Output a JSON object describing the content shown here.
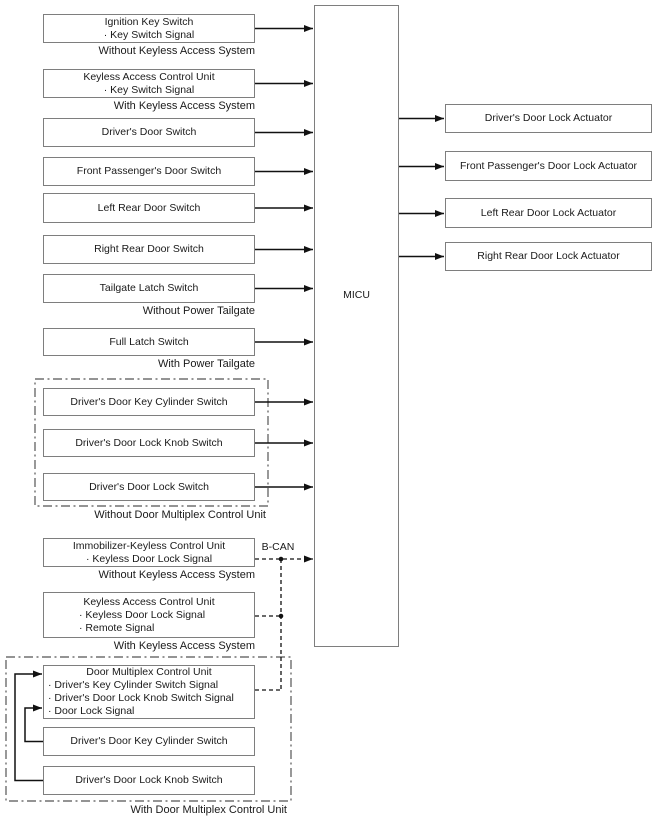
{
  "diagram": {
    "center_unit": {
      "label": "MICU"
    },
    "bus_label": "B-CAN",
    "inputs": [
      {
        "lines": [
          "Ignition Key Switch",
          "· Key Switch Signal"
        ],
        "caption": "Without Keyless Access System"
      },
      {
        "lines": [
          "Keyless Access Control Unit",
          "· Key Switch Signal"
        ],
        "caption": "With Keyless Access System"
      },
      {
        "lines": [
          "Driver's Door Switch"
        ]
      },
      {
        "lines": [
          "Front Passenger's Door Switch"
        ]
      },
      {
        "lines": [
          "Left Rear Door Switch"
        ]
      },
      {
        "lines": [
          "Right Rear Door Switch"
        ]
      },
      {
        "lines": [
          "Tailgate Latch Switch"
        ],
        "caption": "Without Power Tailgate"
      },
      {
        "lines": [
          "Full Latch Switch"
        ],
        "caption": "With Power Tailgate"
      },
      {
        "lines": [
          "Driver's Door Key Cylinder Switch"
        ]
      },
      {
        "lines": [
          "Driver's Door Lock Knob Switch"
        ]
      },
      {
        "lines": [
          "Driver's Door Lock Switch"
        ]
      },
      {
        "lines": [
          "Immobilizer-Keyless Control Unit",
          "· Keyless Door Lock Signal"
        ],
        "caption": "Without Keyless Access System"
      },
      {
        "lines": [
          "Keyless Access Control Unit",
          "· Keyless Door Lock Signal",
          "· Remote Signal"
        ],
        "caption": "With Keyless Access System"
      },
      {
        "lines": [
          "Door Multiplex Control Unit",
          "· Driver's Key Cylinder Switch Signal",
          "· Driver's Door Lock Knob Switch Signal",
          "· Door Lock Signal"
        ]
      },
      {
        "lines": [
          "Driver's Door Key Cylinder Switch"
        ]
      },
      {
        "lines": [
          "Driver's Door Lock Knob Switch"
        ]
      }
    ],
    "groups": [
      {
        "caption": "Without Door Multiplex Control Unit"
      },
      {
        "caption": "With Door Multiplex Control Unit"
      }
    ],
    "outputs": [
      {
        "label": "Driver's Door Lock Actuator"
      },
      {
        "label": "Front Passenger's Door Lock Actuator"
      },
      {
        "label": "Left Rear Door Lock Actuator"
      },
      {
        "label": "Right Rear Door Lock Actuator"
      }
    ],
    "colors": {
      "box_border": "#7e7e7e",
      "line": "#111111",
      "group_border": "#555555",
      "text": "#1a1a1a"
    }
  }
}
